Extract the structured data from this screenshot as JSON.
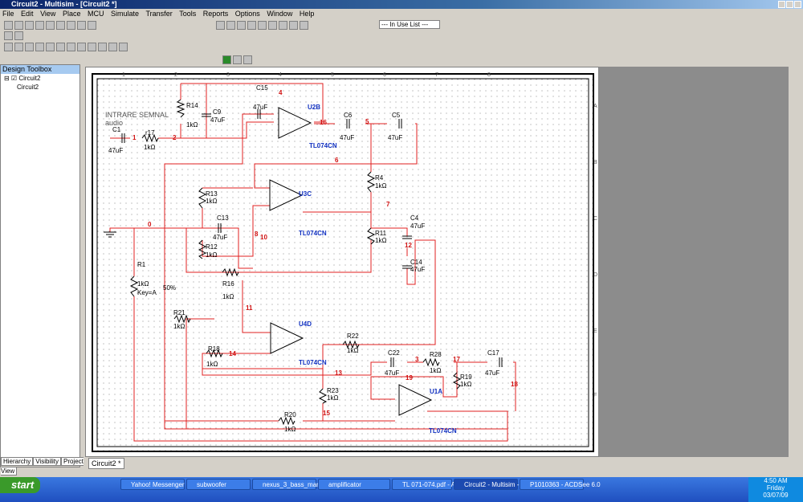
{
  "window": {
    "title": "Circuit2 - Multisim - [Circuit2 *]"
  },
  "menu": [
    "File",
    "Edit",
    "View",
    "Place",
    "MCU",
    "Simulate",
    "Transfer",
    "Tools",
    "Reports",
    "Options",
    "Window",
    "Help"
  ],
  "toolbar": {
    "in_use_list": "--- In Use List ---"
  },
  "design_toolbox": {
    "title": "Design Toolbox",
    "tree": [
      "Circuit2",
      "Circuit2"
    ],
    "tabs": [
      "Hierarchy",
      "Visibility",
      "Project View"
    ]
  },
  "schematic": {
    "input_label": "INTRARE SEMNAL",
    "input_sub": "audio",
    "components": [
      {
        "ref": "C1",
        "value": "47uF"
      },
      {
        "ref": "r17",
        "value": "1kΩ"
      },
      {
        "ref": "R14",
        "value": "1kΩ"
      },
      {
        "ref": "C9",
        "value": "47uF"
      },
      {
        "ref": "C15",
        "value": "47uF"
      },
      {
        "ref": "U2B",
        "value": "TL074CN"
      },
      {
        "ref": "C6",
        "value": "47uF"
      },
      {
        "ref": "C5",
        "value": "47uF"
      },
      {
        "ref": "R4",
        "value": "1kΩ"
      },
      {
        "ref": "R13",
        "value": "1kΩ"
      },
      {
        "ref": "U3C",
        "value": "TL074CN"
      },
      {
        "ref": "C13",
        "value": "47uF"
      },
      {
        "ref": "R12",
        "value": "1kΩ"
      },
      {
        "ref": "R11",
        "value": "1kΩ"
      },
      {
        "ref": "C4",
        "value": "47uF"
      },
      {
        "ref": "C14",
        "value": "47uF"
      },
      {
        "ref": "R1",
        "value": "1kΩ"
      },
      {
        "ref": "R16",
        "value": "1kΩ"
      },
      {
        "ref": "R21",
        "value": "1kΩ"
      },
      {
        "ref": "U4D",
        "value": "TL074CN"
      },
      {
        "ref": "R22",
        "value": "1kΩ"
      },
      {
        "ref": "R18",
        "value": "1kΩ"
      },
      {
        "ref": "C22",
        "value": "47uF"
      },
      {
        "ref": "R28",
        "value": "1kΩ"
      },
      {
        "ref": "C17",
        "value": "47uF"
      },
      {
        "ref": "R19",
        "value": "1kΩ"
      },
      {
        "ref": "R23",
        "value": "1kΩ"
      },
      {
        "ref": "U1A",
        "value": "TL074CN"
      },
      {
        "ref": "R20",
        "value": "1kΩ"
      }
    ],
    "r1_key": "Key=A",
    "r1_pct": "50%",
    "nets": [
      "0",
      "1",
      "2",
      "3",
      "4",
      "5",
      "6",
      "7",
      "8",
      "10",
      "11",
      "12",
      "13",
      "14",
      "15",
      "16",
      "17",
      "18",
      "19"
    ],
    "col_labels": [
      "1",
      "2",
      "3",
      "4",
      "5",
      "6",
      "7",
      "8"
    ],
    "row_labels": [
      "A",
      "B",
      "C",
      "D",
      "E",
      "F"
    ]
  },
  "doc_tab": "Circuit2 *",
  "taskbar": {
    "start": "start",
    "tasks": [
      "Yahoo! Messenger",
      "subwoofer",
      "nexus_3_bass_mania...",
      "amplificator",
      "TL 071-074.pdf - Ado...",
      "Circuit2 - Multisim - [C...",
      "P1010363 - ACDSee 6.0"
    ],
    "clock": "4:50 AM",
    "day": "Friday",
    "date": "03/07/09"
  }
}
